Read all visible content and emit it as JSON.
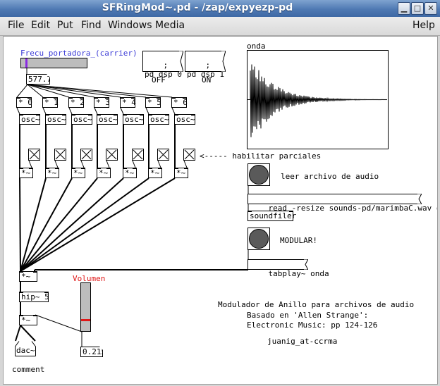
{
  "window": {
    "title": "SFRingMod~.pd  - /zap/expyezp-pd",
    "min_glyph": "▁",
    "max_glyph": "□",
    "close_glyph": "✕"
  },
  "menu": {
    "file": "File",
    "edit": "Edit",
    "put": "Put",
    "find": "Find",
    "windows": "Windows",
    "media": "Media",
    "help": "Help"
  },
  "colors": {
    "slider_label": "#3b3bd6",
    "slider_knob": "#8a2be2",
    "volume_label": "#e01818",
    "volume_knob": "#e01818"
  },
  "patch": {
    "carrier_slider_label": "Frecu_portadora_(carrier)",
    "carrier_value": "577.7",
    "carrier_level": 0.07,
    "dsp_off_msg": ";\npd dsp 0",
    "dsp_on_msg": ";\npd dsp 1",
    "off_label": "OFF",
    "on_label": "ON",
    "multipliers": [
      "* 0",
      "* 1",
      "* 2",
      "* 3",
      "* 4",
      "* 5",
      "* 6"
    ],
    "osc": "osc~",
    "mult_sig": "*~",
    "toggle_states": [
      true,
      true,
      true,
      true,
      true,
      true,
      true
    ],
    "partials_label": "<----- habilitar parciales",
    "array_name": "onda",
    "bang_read_label": "leer archivo de audio",
    "read_msg": "read -resize sounds-pd/marimbaC.wav onda",
    "soundfiler": "soundfiler",
    "bang_play_label": "MODULAR!",
    "tabplay_msg": "tabplay~ onda",
    "hip": "hip~ 5",
    "dac": "dac~",
    "comment": "comment",
    "volume_label": "Volumen",
    "volume_value": "0.215",
    "volume_level": 0.215,
    "desc_line1": "Modulador de Anillo para archivos de audio",
    "desc_line2": "Basado en 'Allen Strange':",
    "desc_line3": "Electronic Music: pp 124-126",
    "author": "juanig_at-ccrma"
  }
}
